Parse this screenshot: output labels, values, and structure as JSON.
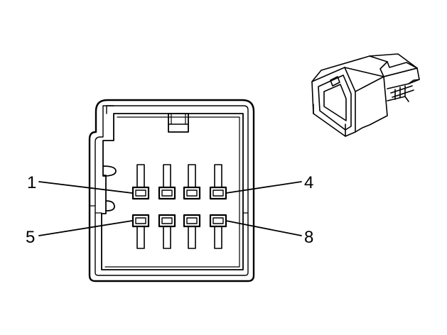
{
  "diagram": {
    "pin_callouts": [
      {
        "label": "1"
      },
      {
        "label": "4"
      },
      {
        "label": "5"
      },
      {
        "label": "8"
      }
    ],
    "pin_rows": 2,
    "pins_per_row": 4,
    "line_color": "#000000",
    "background": "#ffffff"
  }
}
